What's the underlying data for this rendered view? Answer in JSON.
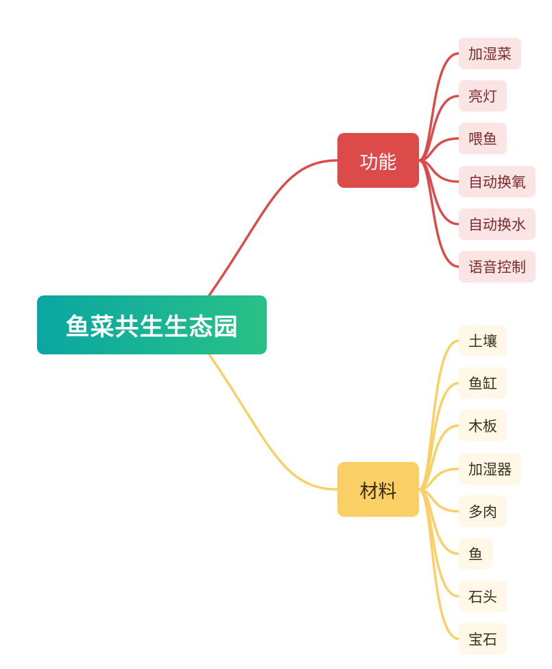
{
  "root": {
    "label": "鱼菜共生生态园"
  },
  "branches": [
    {
      "label": "功能",
      "color": "#dc4a49",
      "leaf_color": "#fbe4e4",
      "children": [
        "加湿菜",
        "亮灯",
        "喂鱼",
        "自动换氧",
        "自动换水",
        "语音控制"
      ]
    },
    {
      "label": "材料",
      "color": "#f9cf66",
      "leaf_color": "#fff8e8",
      "children": [
        "土壤",
        "鱼缸",
        "木板",
        "加湿器",
        "多肉",
        "鱼",
        "石头",
        "宝石"
      ]
    }
  ]
}
